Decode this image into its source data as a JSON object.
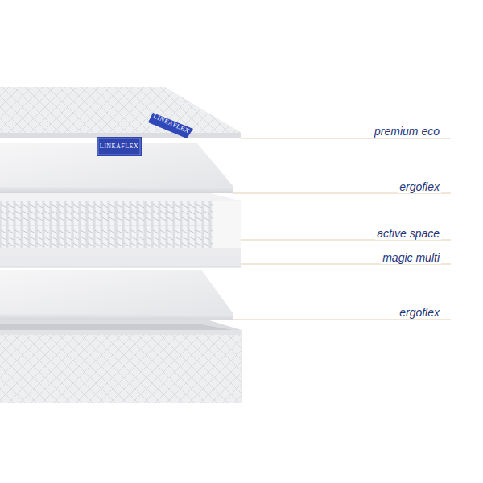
{
  "diagram": {
    "labels": [
      "LINEAFLEX",
      "LINEAFLEX",
      "premium eco",
      "ergoflex",
      "active space",
      "magic multi",
      "ergoflex"
    ]
  }
}
